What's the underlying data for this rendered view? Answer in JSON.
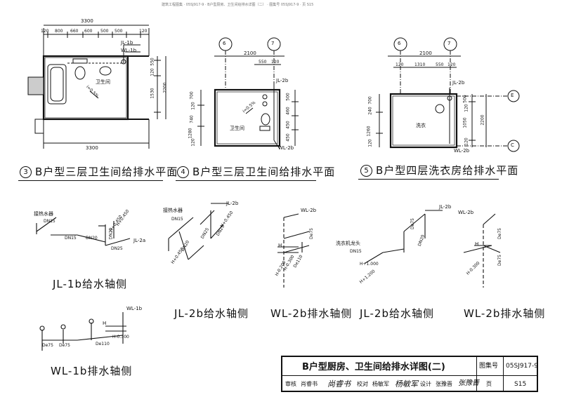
{
  "header_note": "建筑工程图集 · 05SJ917-9 · B户型厨房、卫生间给排水详图（二） · 图集号 05SJ917-9 · 页 S15",
  "plans": [
    {
      "number": "3",
      "caption": "B户型三层卫生间给排水平面",
      "room_label": "卫生间",
      "risers": [
        "JL-1b",
        "WL-1b"
      ],
      "slope": "i=0.5%",
      "top_dims": [
        "120",
        "800",
        "660",
        "600",
        "500",
        "500",
        "120"
      ],
      "top_total": "3300",
      "bottom_total": "3300",
      "side_dims": [
        "550",
        "120",
        "1530",
        "2200"
      ]
    },
    {
      "number": "4",
      "caption": "B户型三层卫生间给排水平面",
      "room_label": "卫生间",
      "risers": [
        "JL-2b",
        "WL-2b"
      ],
      "slope": "i=0.5%",
      "axes": [
        "6",
        "7"
      ],
      "top_total": "2100",
      "top_dims": [
        "550",
        "120"
      ],
      "left_dims": [
        "700",
        "120",
        "740",
        "1280",
        "120"
      ],
      "right_dims": [
        "500",
        "460",
        "450",
        "450"
      ]
    },
    {
      "number": "5",
      "caption": "B户型四层洗衣房给排水平面",
      "room_label": "洗衣",
      "risers": [
        "JL-2b",
        "WL-2b"
      ],
      "axes": [
        "6",
        "7",
        "E",
        "C"
      ],
      "top_total": "2100",
      "top_dims": [
        "120",
        "1310",
        "550",
        "120"
      ],
      "left_dims": [
        "700",
        "240",
        "1260",
        "120"
      ],
      "right_dims": [
        "500",
        "120",
        "1050",
        "120",
        "2200"
      ]
    }
  ],
  "axonometrics": [
    {
      "caption": "JL-1b给水轴侧",
      "labels": [
        "接热水器",
        "DN15",
        "DN15",
        "DN20",
        "DN20",
        "DN25",
        "JL-2a",
        "H+0.450",
        "H+0.450"
      ]
    },
    {
      "caption": "JL-2b给水轴侧",
      "labels": [
        "接热水器",
        "DN15",
        "JL-2b",
        "DN20",
        "DN25",
        "DN25",
        "H+0.450",
        "H+0.450"
      ]
    },
    {
      "caption": "WL-2b排水轴侧",
      "labels": [
        "WL-2b",
        "H",
        "De75",
        "De110",
        "H-0.200",
        "H-0.300"
      ]
    },
    {
      "caption": "JL-2b给水轴侧",
      "labels": [
        "JL-2b",
        "洗衣机龙头",
        "DN15",
        "DN20",
        "De75",
        "H+1.000",
        "H+1.200"
      ]
    },
    {
      "caption": "WL-2b排水轴侧",
      "labels": [
        "WL-2b",
        "H",
        "De75",
        "De75",
        "H-0.300"
      ]
    },
    {
      "caption": "WL-1b排水轴侧",
      "labels": [
        "WL-1b",
        "H",
        "De75",
        "De75",
        "De110",
        "H-0.300"
      ]
    }
  ],
  "title_block": {
    "title": "B户型厨房、卫生间给排水详图(二)",
    "atlas_label": "图集号",
    "atlas_no": "05SJ917-9",
    "review_label": "审核",
    "reviewer": "肖睿书",
    "reviewer_sig": "尚睿书",
    "check_label": "校对",
    "checker": "杨敏军",
    "checker_sig": "杨敏军",
    "design_label": "设计",
    "designer": "张豫晋",
    "designer_sig": "张豫晋",
    "page_label": "页",
    "page_no": "S15"
  }
}
